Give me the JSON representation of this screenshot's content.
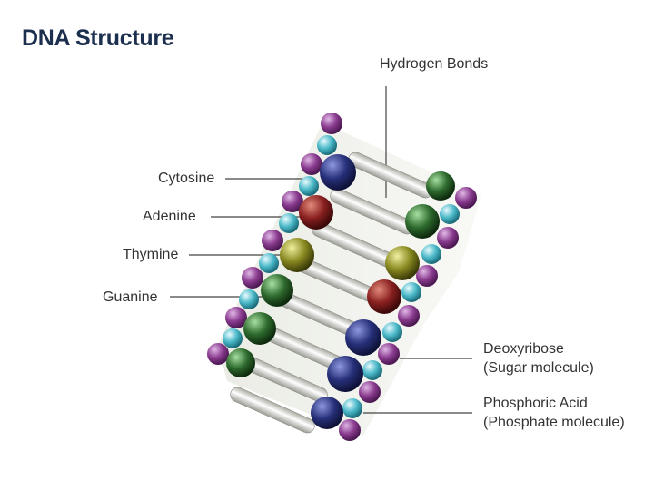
{
  "title": "DNA Structure",
  "labels": {
    "hydrogen_bonds": "Hydrogen Bonds",
    "cytosine": "Cytosine",
    "adenine": "Adenine",
    "thymine": "Thymine",
    "guanine": "Guanine",
    "deoxyribose_line1": "Deoxyribose",
    "deoxyribose_line2": "(Sugar molecule)",
    "phosphoric_line1": "Phosphoric Acid",
    "phosphoric_line2": "(Phosphate molecule)"
  },
  "colors": {
    "title": "#1c2f4f",
    "cytosine": "#27307a",
    "adenine": "#8a2020",
    "thymine": "#8a8a22",
    "guanine": "#2e6a2e",
    "sugar": "#4ab8c8",
    "phosphate": "#8a3b8f"
  }
}
